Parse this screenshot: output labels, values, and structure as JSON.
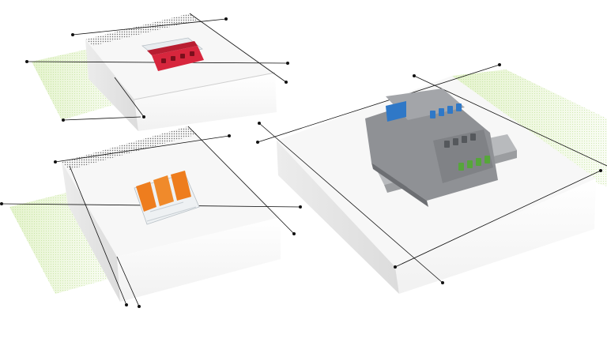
{
  "scene": {
    "background": "#ffffff",
    "colors": {
      "block_top": "#f7f7f7",
      "block_front": "#ffffff",
      "block_side": "#e6e6e6",
      "shadow_green": "#cfe9a8",
      "line": "#111111",
      "dot_texture": "#6b6b6b",
      "connector_red": "#d7263d",
      "connector_orange": "#ee7d1e",
      "terminal_gray": "#9a9c9f",
      "terminal_blue": "#2f78c7",
      "terminal_green": "#56a63a",
      "din_rail": "#b8babd"
    },
    "objects": [
      {
        "name": "red-push-wire-connector",
        "color": "#d7263d",
        "ports": 4
      },
      {
        "name": "orange-lever-splicing-connector",
        "color": "#ee7d1e",
        "ports": 3
      },
      {
        "name": "din-rail-terminal-block",
        "color": "#9a9c9f",
        "accent_colors": [
          "#2f78c7",
          "#56a63a"
        ]
      }
    ]
  }
}
